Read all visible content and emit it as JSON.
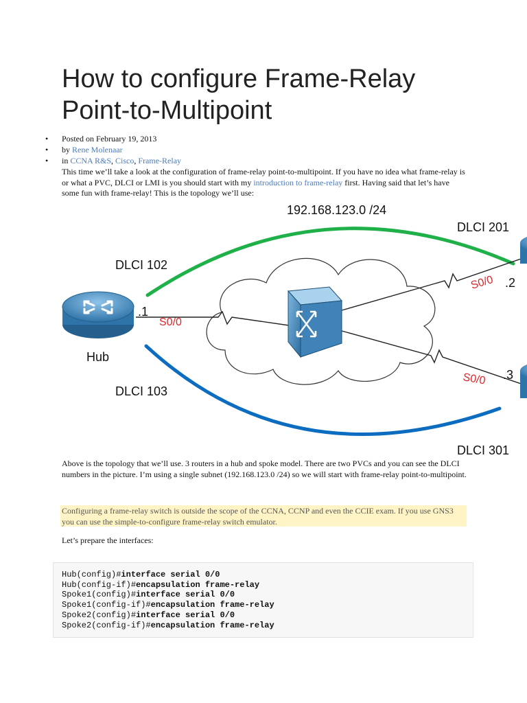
{
  "article": {
    "title_line1": "How to configure Frame-Relay",
    "title_line2": "Point-to-Multipoint",
    "posted": "Posted on February 19, 2013",
    "by_prefix": "by ",
    "author": "Rene Molenaar",
    "in_prefix": "in ",
    "category1": "CCNA R&S",
    "sep1": ", ",
    "category2": "Cisco",
    "sep2": ", ",
    "category3": "Frame-Relay",
    "intro_part1": "This time we’ll take a look at the configuration of frame-relay point-to-multipoint. If you have no idea what frame-relay is or what a PVC, DLCI or LMI is you should start with my ",
    "intro_link": "introduction to frame-relay",
    "intro_part2": " first. Having said that let’s have some fun with frame-relay! This is the topology we’ll use:",
    "para2": "Above is the topology that we’ll use. 3 routers in a hub and spoke model. There are two PVCs and you can see the DLCI numbers in the picture. I’m using a single subnet (192.168.123.0 /24) so we will start with frame-relay point-to-multipoint.",
    "callout": "Configuring a frame-relay switch is outside the scope of the CCNA, CCNP and even the CCIE exam. If you use GNS3 you can use the simple-to-configure frame-relay switch emulator.",
    "para3": "Let’s prepare the interfaces:"
  },
  "diagram": {
    "subnet": "192.168.123.0 /24",
    "dlci_201": "DLCI 201",
    "dlci_102": "DLCI 102",
    "dlci_103": "DLCI 103",
    "dlci_301": "DLCI 301",
    "hub_label": "Hub",
    "hub_ip": ".1",
    "hub_if": "S0/0",
    "spoke1_ip": ".2",
    "spoke1_if": "S0/0",
    "spoke2_ip": ".3",
    "spoke2_if": "S0/0",
    "colors": {
      "pvc1": "#1fb04a",
      "pvc2": "#0c6cbf",
      "interface": "#e0262a",
      "router": "#4c8cbf"
    }
  },
  "code": {
    "lines": [
      {
        "prompt": "Hub(config)#",
        "cmd": "interface serial 0/0"
      },
      {
        "prompt": "Hub(config-if)#",
        "cmd": "encapsulation frame-relay"
      },
      {
        "prompt": "Spoke1(config)#",
        "cmd": "interface serial 0/0"
      },
      {
        "prompt": "Spoke1(config-if)#",
        "cmd": "encapsulation frame-relay"
      },
      {
        "prompt": "Spoke2(config)#",
        "cmd": "interface serial 0/0"
      },
      {
        "prompt": "Spoke2(config-if)#",
        "cmd": "encapsulation frame-relay"
      }
    ]
  }
}
